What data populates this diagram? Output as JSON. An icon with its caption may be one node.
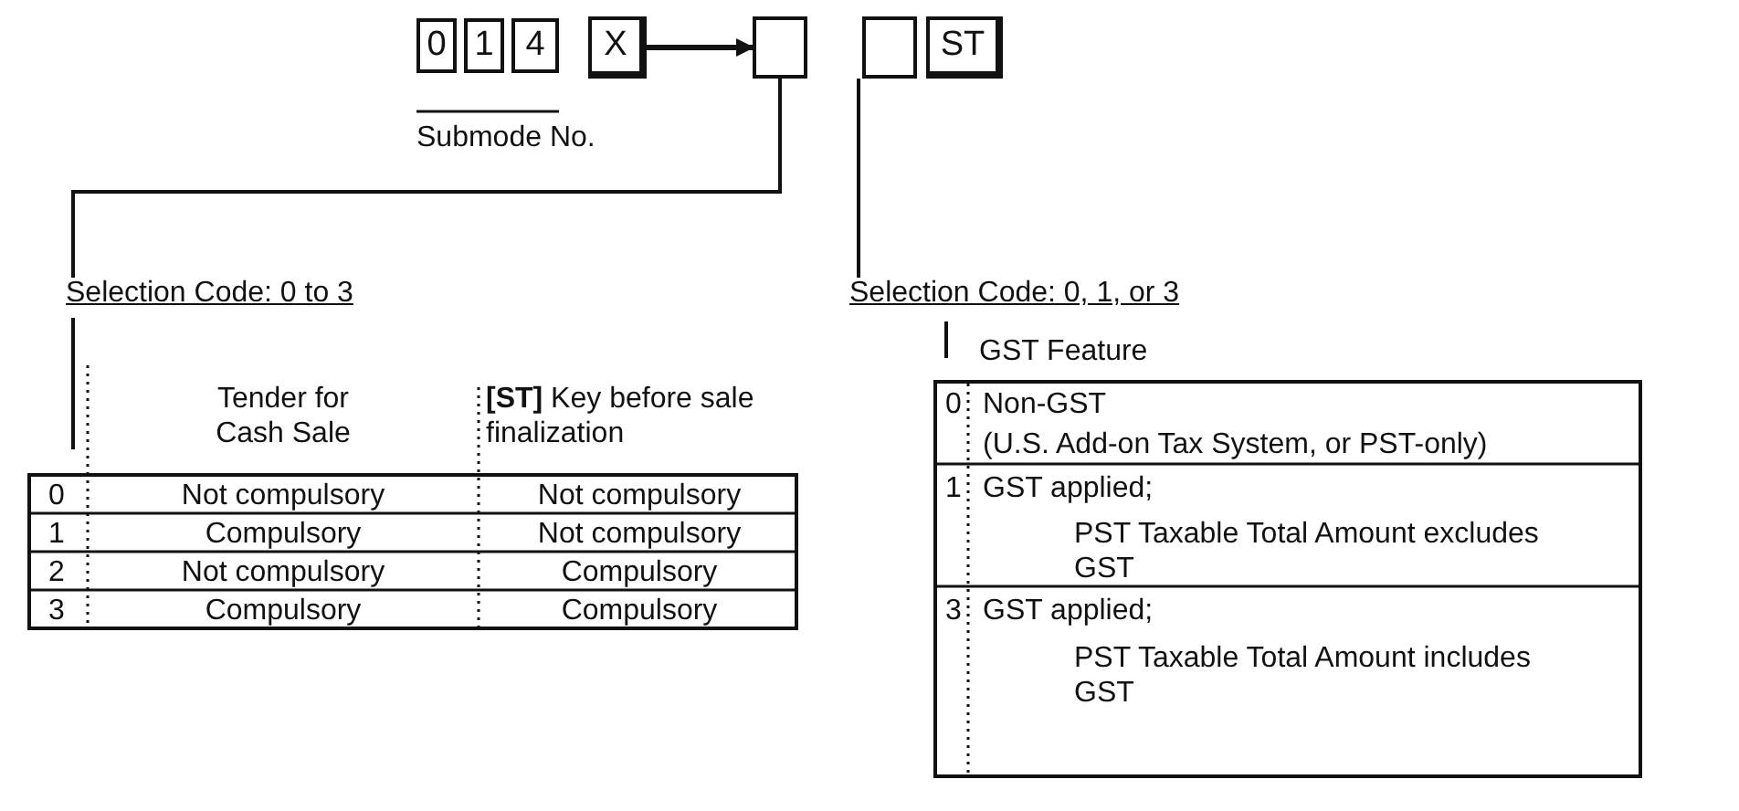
{
  "diagram": {
    "nodes": [
      {
        "text": [
          "0"
        ]
      },
      {
        "text": [
          "1"
        ]
      },
      {
        "text": [
          "4"
        ]
      },
      {
        "text": [
          "X"
        ]
      },
      {
        "text": [],
        "shape": "box"
      },
      {
        "text": [],
        "shape": "box"
      },
      {
        "text": [
          "ST"
        ]
      },
      {
        "text": [
          "Selection Code: 0 to 3"
        ]
      },
      {
        "text": [
          "Selection Code: 0, 1, or 3"
        ]
      }
    ],
    "edges": [
      {
        "from": 3,
        "to": 4,
        "arrow": "to"
      },
      {
        "from": 4,
        "to": 7,
        "arrow": "none"
      },
      {
        "from": 5,
        "to": 8,
        "arrow": "none"
      }
    ],
    "labels": [
      "Submode No.",
      "Tender for Cash Sale",
      "**[ST]** Key before sale finalization",
      "0",
      "Not compulsory",
      "Not compulsory",
      "1",
      "Compulsory",
      "Not compulsory",
      "2",
      "Not compulsory",
      "Compulsory",
      "3",
      "Compulsory",
      "Compulsory",
      "GST Feature",
      "0",
      "Non-GST",
      "(U.S. Add-on Tax System, or PST-only)",
      "1",
      "GST applied;",
      "PST Taxable Total Amount excludes GST",
      "3",
      "GST applied;",
      "PST Taxable Total Amount includes GST"
    ]
  }
}
